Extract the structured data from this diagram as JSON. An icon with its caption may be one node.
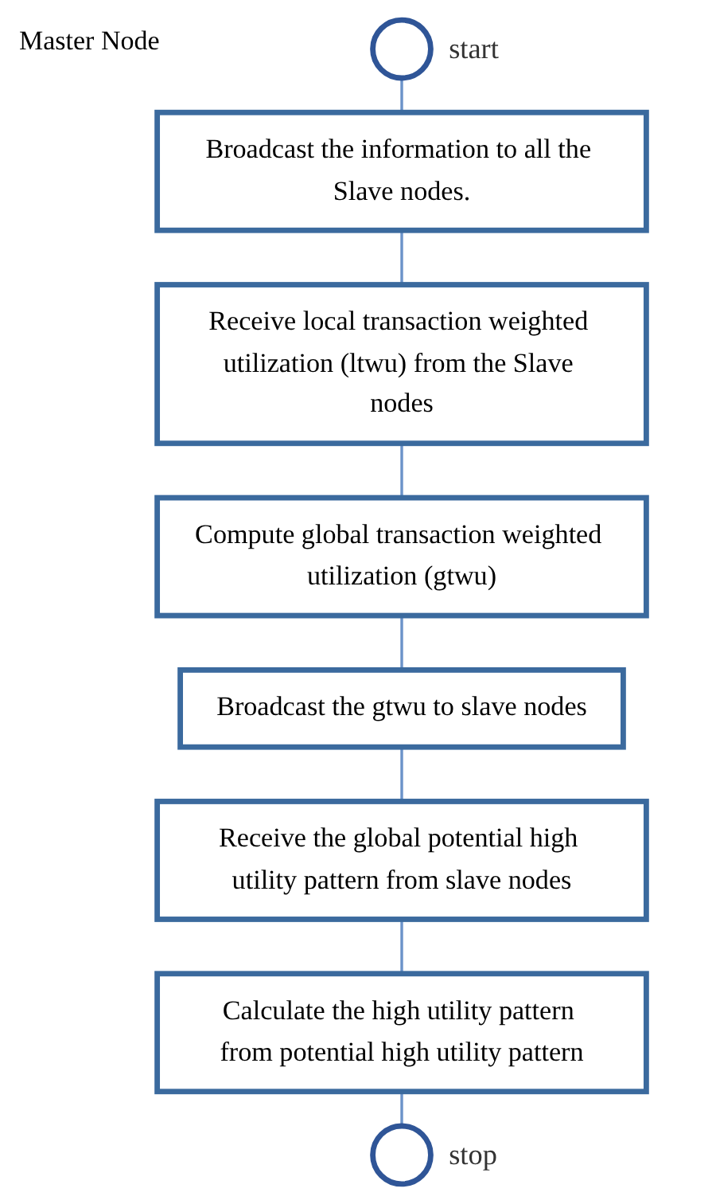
{
  "diagram": {
    "title": "Master Node",
    "nodes": [
      {
        "text": [],
        "shape": "circle",
        "beside": [
          "start"
        ]
      },
      {
        "text": [
          "Broadcast the information to all the Slave nodes."
        ]
      },
      {
        "text": [
          "Receive local transaction weighted utilization (ltwu) from the Slave nodes"
        ]
      },
      {
        "text": [
          "Compute global transaction weighted utilization (gtwu)"
        ]
      },
      {
        "text": [
          "Broadcast the gtwu to slave nodes"
        ]
      },
      {
        "text": [
          "Receive the global potential high utility pattern from slave nodes"
        ]
      },
      {
        "text": [
          "Calculate the high utility pattern from potential high utility pattern"
        ]
      },
      {
        "text": [],
        "shape": "circle",
        "beside": [
          "stop"
        ]
      }
    ],
    "edges": [
      {
        "from": 0,
        "to": 1,
        "arrow": "none"
      },
      {
        "from": 1,
        "to": 2,
        "arrow": "none"
      },
      {
        "from": 2,
        "to": 3,
        "arrow": "none"
      },
      {
        "from": 3,
        "to": 4,
        "arrow": "none"
      },
      {
        "from": 4,
        "to": 5,
        "arrow": "none"
      },
      {
        "from": 5,
        "to": 6,
        "arrow": "none"
      },
      {
        "from": 6,
        "to": 7,
        "arrow": "none"
      }
    ]
  }
}
